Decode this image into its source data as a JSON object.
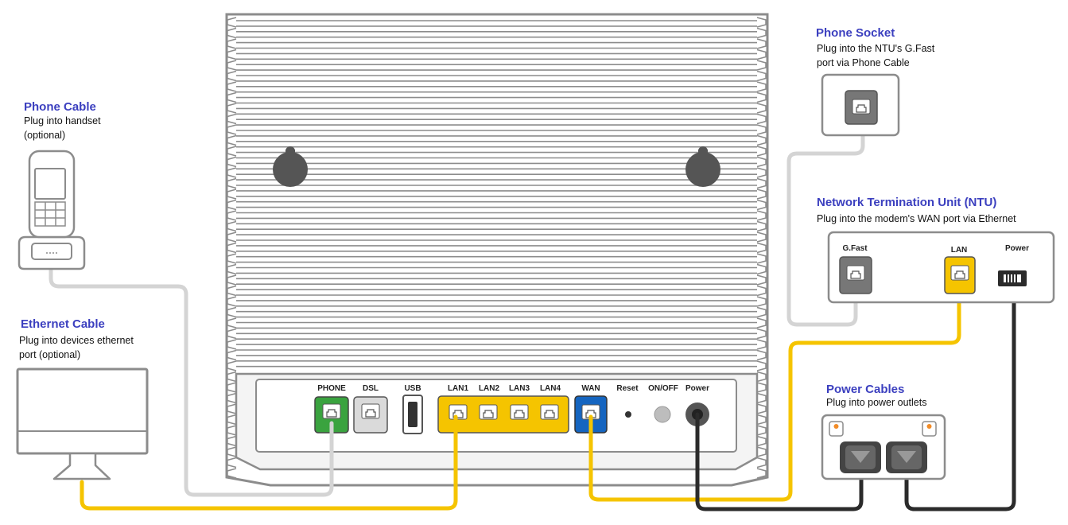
{
  "colors": {
    "title": "#3b3fbf",
    "phone_cable": "#d4d4d4",
    "ethernet_cable": "#f5c400",
    "power_cable": "#2b2b2b",
    "phone_port": "#3aa33f",
    "lan_ports": "#f5c400",
    "wan_port": "#1565c0",
    "outline": "#8c8c8c"
  },
  "callouts": {
    "phone_cable": {
      "title": "Phone Cable",
      "desc": [
        "Plug into handset",
        "(optional)"
      ]
    },
    "ethernet_cable": {
      "title": "Ethernet Cable",
      "desc": [
        "Plug into devices ethernet",
        "port (optional)"
      ]
    },
    "phone_socket": {
      "title": "Phone Socket",
      "desc": [
        "Plug into the NTU's G.Fast",
        "port via Phone Cable"
      ]
    },
    "ntu": {
      "title": "Network Termination Unit (NTU)",
      "desc": [
        "Plug into the modem's WAN port via Ethernet"
      ]
    },
    "power_cables": {
      "title": "Power Cables",
      "desc": [
        "Plug into power outlets"
      ]
    }
  },
  "modem": {
    "ports": {
      "phone": "PHONE",
      "dsl": "DSL",
      "usb": "USB",
      "lan1": "LAN1",
      "lan2": "LAN2",
      "lan3": "LAN3",
      "lan4": "LAN4",
      "wan": "WAN",
      "reset": "Reset",
      "onoff": "ON/OFF",
      "power": "Power"
    }
  },
  "ntu": {
    "ports": {
      "gfast": "G.Fast",
      "lan": "LAN",
      "power": "Power"
    }
  },
  "icons": [
    "phone-handset-icon",
    "monitor-icon",
    "phone-socket-icon",
    "ntu-device-icon",
    "power-outlet-icon",
    "modem-device-icon"
  ]
}
